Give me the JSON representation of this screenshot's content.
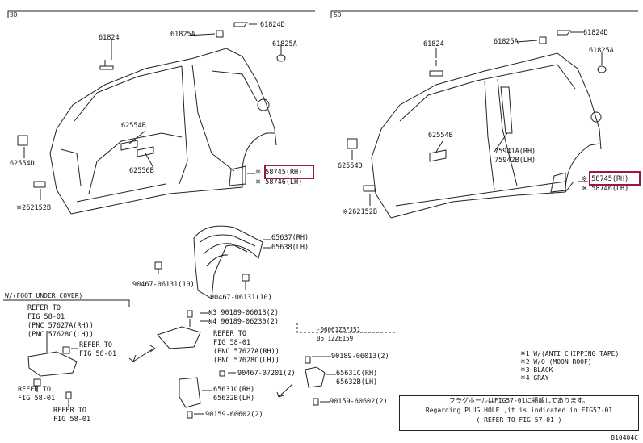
{
  "sections": {
    "left": "3D",
    "right": "5D"
  },
  "highlight_color": "#9b1b3a",
  "labels": {
    "l_61824": "61824",
    "l_61825a_top": "61825A",
    "l_61824d": "61824D",
    "l_61825a": "61825A",
    "l_62554b": "62554B",
    "l_62554d": "62554D",
    "l_62556b": "62556B",
    "l_262152b": "※262152B",
    "l_58745": "※ 58745(RH)",
    "l_58746": "※ 58746(LH)",
    "r_61824": "61824",
    "r_61825a_top": "61825A",
    "r_61824d": "61824D",
    "r_61825a": "61825A",
    "r_62554b": "62554B",
    "r_62554d": "62554D",
    "r_75941a": "75941A(RH)",
    "r_75942b": "75942B(LH)",
    "r_262152b": "※262152B",
    "r_58745": "※ 58745(RH)",
    "r_58746": "※ 58746(LH)",
    "p_65637": "65637(RH)",
    "p_65638": "65638(LH)",
    "p_90467_10a": "90467-06131(10)",
    "p_90467_10b": "90467-06131(10)",
    "p_90189_3": "※3 90189-06013(2)",
    "p_90189_4": "※4 90189-06230(2)",
    "p_refer1": "REFER TO",
    "p_refer2": "FIG 58-01",
    "p_refer3": "(PNC 57627A(RH))",
    "p_refer4": "(PNC 57628C(LH))",
    "p_90467_2": "90467-07201(2)",
    "p_65631c": "65631C(RH)",
    "p_65632b": "65632B(LH)",
    "p_90159": "90159-60602(2)",
    "q_date1": "-06061ZBFJ51",
    "q_date2": "06 1ZZE159",
    "q_90189": "90189-06013(2)",
    "q_65631c": "65631C(RH)",
    "q_65632b": "65632B(LH)",
    "q_90159": "90159-60602(2)"
  },
  "inset": {
    "title": "W/(FOOT UNDER COVER)",
    "refer_a": [
      "REFER TO",
      "FIG 58-01",
      "(PNC 57627A(RH))",
      "(PNC 57628C(LH))"
    ],
    "refer_b": [
      "REFER TO",
      "FIG 58-01"
    ],
    "refer_c": [
      "REFER TO",
      "FIG 58-01"
    ],
    "refer_d": [
      "REFER TO",
      "FIG 58-01"
    ]
  },
  "legend": [
    "※1 W/(ANTI CHIPPING TAPE)",
    "※2 W/O (MOON ROOF)",
    "※3 BLACK",
    "※4 GRAY"
  ],
  "note": [
    "フラグホールはFIG57-01に掲載してあります。",
    "Regarding PLUG HOLE ,it is indicated in FIG57-01",
    "( REFER TO FIG 57-01 )"
  ],
  "figure_code": "810404C"
}
